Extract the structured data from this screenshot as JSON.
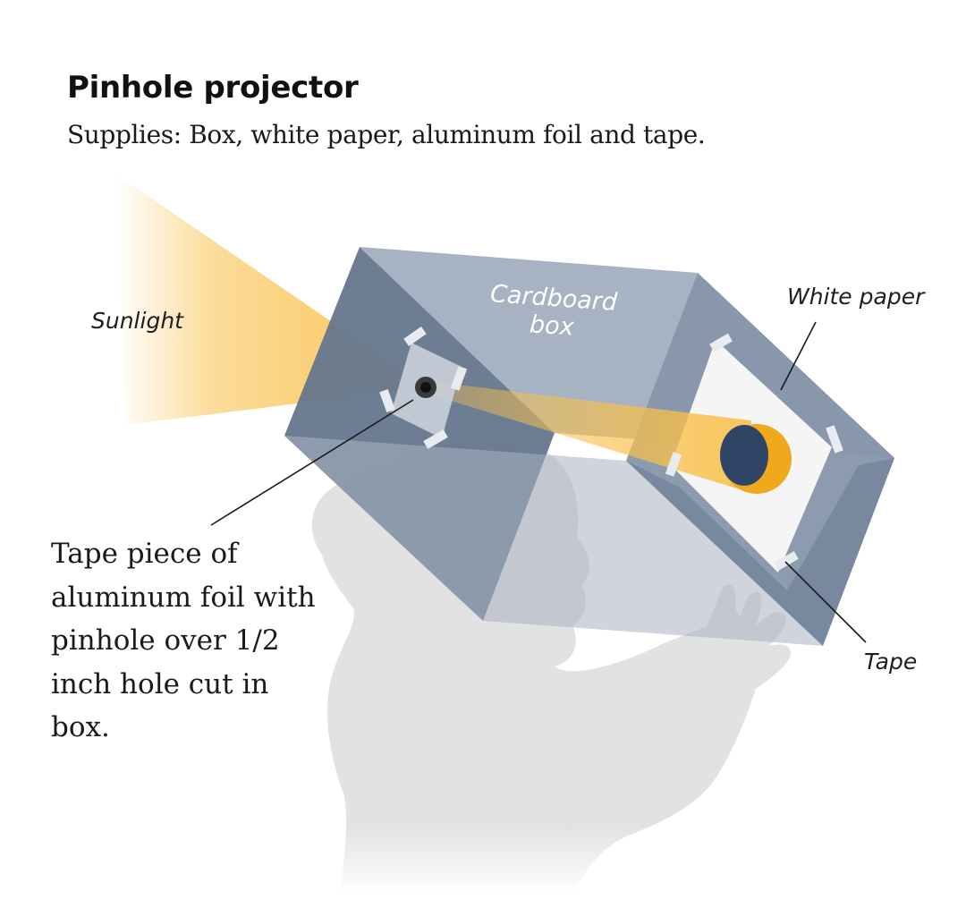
{
  "title": "Pinhole projector",
  "subtitle": "Supplies: Box, white paper, aluminum foil and tape.",
  "labels": {
    "sunlight": "Sunlight",
    "cardboard_box_line1": "Cardboard",
    "cardboard_box_line2": "box",
    "white_paper": "White paper",
    "tape": "Tape",
    "foil_note": "Tape piece of aluminum foil with pinhole over 1/2 inch hole cut in box."
  },
  "colors": {
    "box_top": "#a4b0c0",
    "box_side": "#65778e",
    "sunlight": "#f9c04a",
    "sun_image": "#f0a81c",
    "moon_shadow": "#2f4566",
    "silhouette": "#e2e2e2"
  }
}
